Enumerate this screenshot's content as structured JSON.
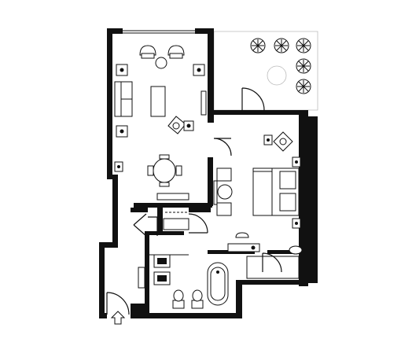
{
  "floor_plan": {
    "colors": {
      "wall": "#111111",
      "background": "#ffffff",
      "furniture_outline": "#111111"
    },
    "rooms": [
      "living-room",
      "bedroom",
      "terrace",
      "bathroom",
      "wardrobe",
      "entrance"
    ],
    "entrance_icon": "entry-arrow-icon",
    "plants_on_terrace": 6
  }
}
